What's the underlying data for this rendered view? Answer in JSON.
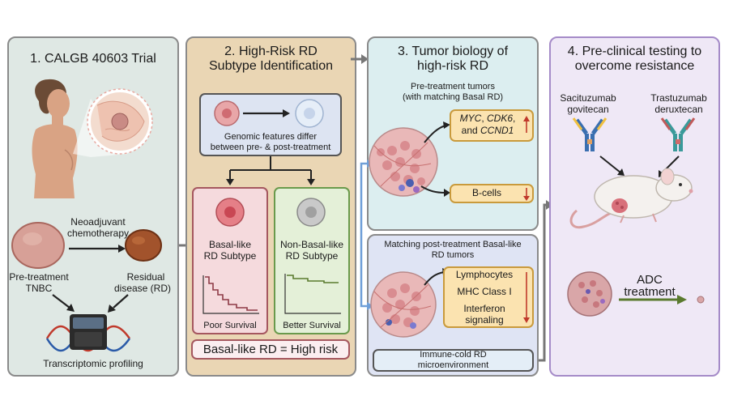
{
  "panel1": {
    "title": "1. CALGB 40603 Trial",
    "neoadjuvant": "Neoadjuvant",
    "chemotherapy": "chemotherapy",
    "pretreatment": "Pre-treatment",
    "tnbc": "TNBC",
    "residual": "Residual",
    "disease_rd": "disease (RD)",
    "profiling": "Transcriptomic profiling"
  },
  "panel2": {
    "title_line1": "2. High-Risk RD",
    "title_line2": "Subtype Identification",
    "genomic_line1": "Genomic features differ",
    "genomic_line2": "between pre- & post-treatment",
    "basal_line1": "Basal-like",
    "basal_line2": "RD Subtype",
    "nonbasal_line1": "Non-Basal-like",
    "nonbasal_line2": "RD Subtype",
    "poor_survival": "Poor Survival",
    "better_survival": "Better Survival",
    "high_risk": "Basal-like RD = High risk"
  },
  "panel3": {
    "title_line1": "3. Tumor biology of",
    "title_line2": "high-risk RD",
    "pre_line1": "Pre-treatment tumors",
    "pre_line2": "(with matching Basal RD)",
    "genes_line1_a": "MYC",
    "genes_line1_b": ", ",
    "genes_line1_c": "CDK6",
    "genes_line1_d": ",",
    "genes_line2_a": "and ",
    "genes_line2_b": "CCND1",
    "bcells": "B-cells",
    "post_line1": "Matching post-treatment Basal-like",
    "post_line2": "RD tumors",
    "lymphocytes": "Lymphocytes",
    "mhc": "MHC Class I",
    "interferon_line1": "Interferon",
    "interferon_line2": "signaling",
    "cold_line1": "Immune-cold RD",
    "cold_line2": "microenvironment"
  },
  "panel4": {
    "title_line1": "4. Pre-clinical testing to",
    "title_line2": "overcome resistance",
    "drug1_line1": "Sacituzumab",
    "drug1_line2": "govitecan",
    "drug2_line1": "Trastuzumab",
    "drug2_line2": "deruxtecan",
    "adc_line1": "ADC",
    "adc_line2": "treatment"
  },
  "colors": {
    "panel1_bg": "#dfe8e4",
    "panel2_bg": "#ead6b4",
    "panel3_bg": "#dceef0",
    "panel4_bg": "#efe8f6",
    "basal_box": "#f5dadd",
    "nonbasal_box": "#e4f0d8",
    "highlight_box": "#fbe3b0",
    "up_arrow": "#c0392b",
    "connector": "#777777"
  }
}
